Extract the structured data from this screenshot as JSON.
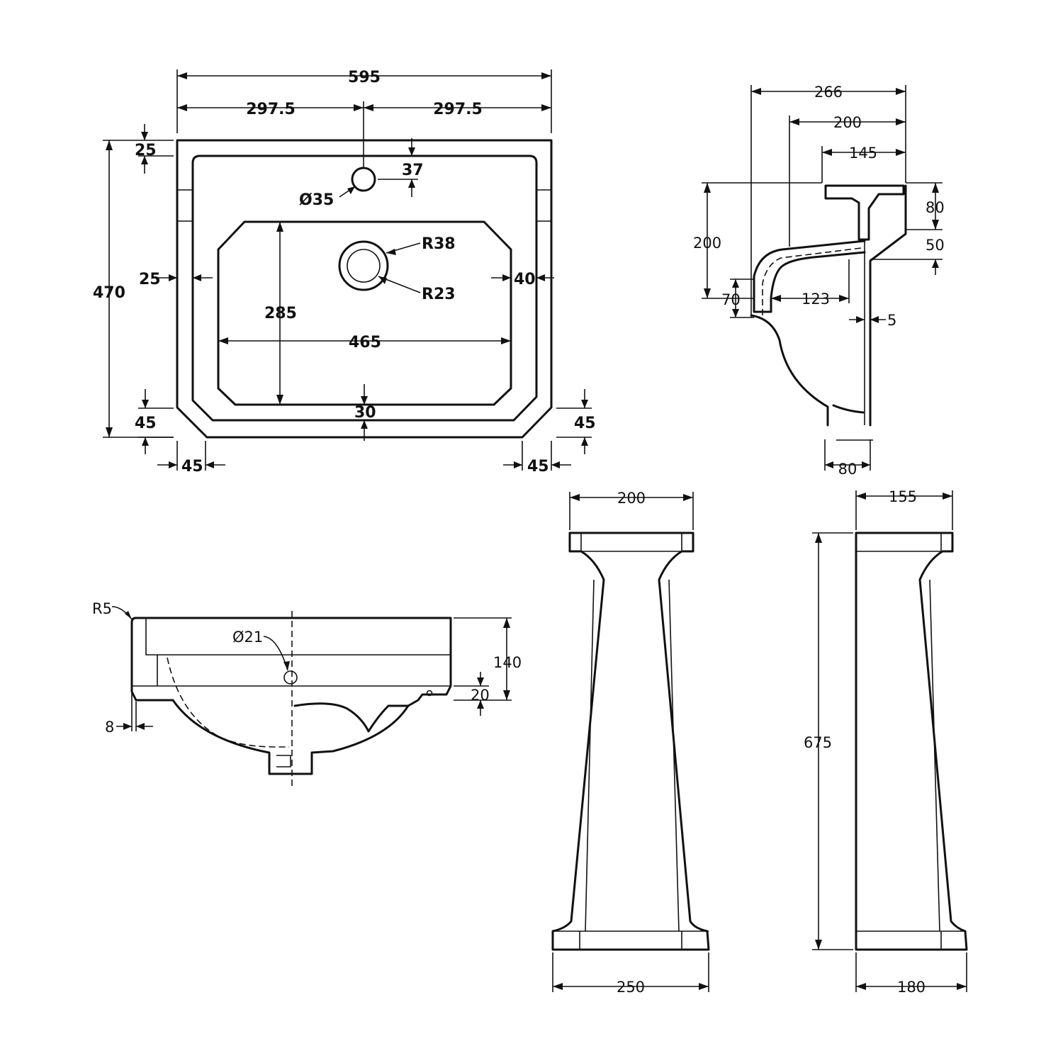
{
  "top_view": {
    "overall_width": "595",
    "half_width_left": "297.5",
    "half_width_right": "297.5",
    "overall_depth": "470",
    "back_rim": "25",
    "tap_hole_offset": "37",
    "tap_hole_diameter": "Ø35",
    "side_rim_left": "25",
    "side_rim_right": "40",
    "bowl_depth": "285",
    "bowl_width": "465",
    "waste_outer_radius": "R38",
    "waste_inner_radius": "R23",
    "front_rim": "30",
    "corner_chamfer_depth_left": "45",
    "corner_chamfer_depth_right": "45",
    "corner_chamfer_width_left": "45",
    "corner_chamfer_width_right": "45"
  },
  "side_section": {
    "overall_depth": "266",
    "depth_200": "200",
    "depth_145": "145",
    "height_200": "200",
    "height_80": "80",
    "height_50": "50",
    "height_70": "70",
    "width_123": "123",
    "gap_5": "5",
    "foot_80": "80"
  },
  "front_view": {
    "corner_radius": "R5",
    "overflow_diameter": "Ø21",
    "height_140": "140",
    "height_20": "20",
    "lip_8": "8"
  },
  "pedestal_front": {
    "top_width": "200",
    "base_width": "250"
  },
  "pedestal_side": {
    "top_width": "155",
    "height": "675",
    "base_width": "180"
  }
}
